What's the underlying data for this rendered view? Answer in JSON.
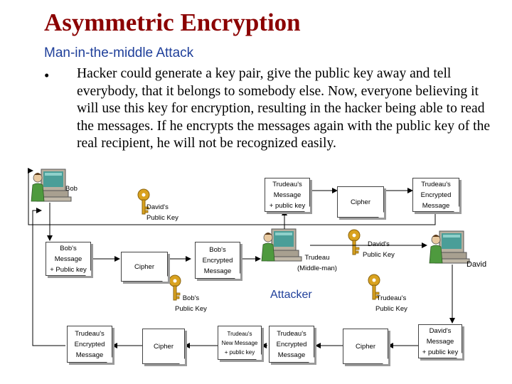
{
  "slide": {
    "title": "Asymmetric Encryption",
    "subtitle": "Man-in-the-middle Attack",
    "bullet_marker": "•",
    "bullet": "Hacker could generate a key pair, give the public key away and tell everybody, that it belongs to somebody else. Now, everyone believing it will use this key for encryption, resulting in the hacker being able to read the messages. If he encrypts the messages again with the public key of the real recipient, he will not be recognized easily."
  },
  "diagram": {
    "people": {
      "bob": "Bob",
      "trudeau": "Trudeau\n(Middle-man)",
      "attacker": "Attacker",
      "david": "David"
    },
    "keys": {
      "davids_key_top": "David's\nPublic Key",
      "bobs_key": "Bob's\nPublic Key",
      "davids_key_mid": "David's\nPublic Key",
      "trudeaus_key": "Trudeau's\nPublic Key"
    },
    "boxes": {
      "trudeau_msg_key": "Trudeau's\nMessage\n+ public key",
      "cipher_top": "Cipher",
      "trudeau_encrypted_top": "Trudeau's\nEncrypted\nMessage",
      "bobs_message_key": "Bob's\nMessage\n+ Public key",
      "cipher_left": "Cipher",
      "bobs_encrypted": "Bob's\nEncrypted\nMessage",
      "trudeau_encrypted_bottom": "Trudeau's\nEncrypted\nMessage",
      "cipher_bottom_left": "Cipher",
      "trudeaus_new_message": "Trudeau's\nNew Message\n+ public key",
      "trudeau_encrypted_bottom2": "Trudeau's\nEncrypted\nMessage",
      "cipher_bottom_right": "Cipher",
      "davids_message_key": "David's\nMessage\n+ public key"
    },
    "colors": {
      "title": "#8b0000",
      "subtitle": "#1f3f9a",
      "key": "#d9a21e",
      "attacker": "#1f3f9a"
    }
  }
}
